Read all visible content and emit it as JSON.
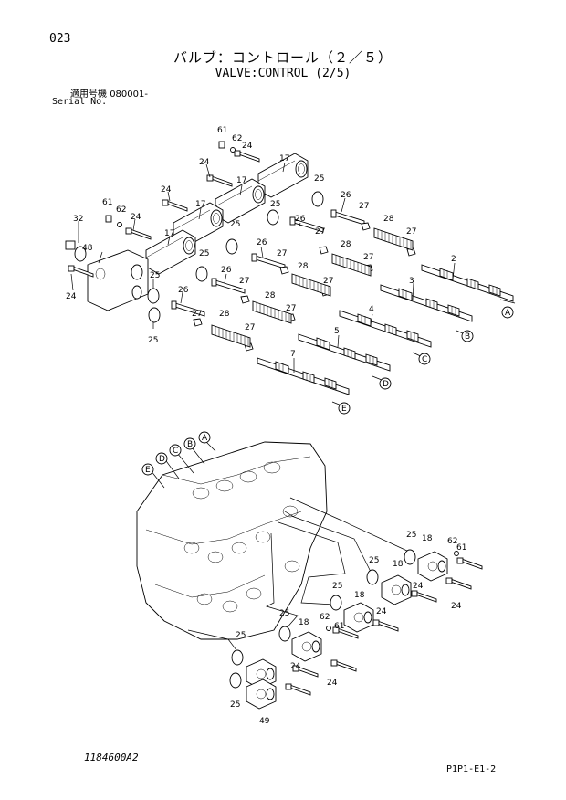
{
  "header": {
    "page_number": "023",
    "title_jp": "バルブ：コントロール（２／５）",
    "title_en": "VALVE:CONTROL (2/5)",
    "serial_label_jp": "適用号機",
    "serial_value": "080001-",
    "serial_label_en": "Serial No."
  },
  "footer": {
    "drawing_code": "1184600A2",
    "sheet_code": "P1P1-E1-2"
  },
  "callouts": {
    "A": "A",
    "B": "B",
    "C": "C",
    "D": "D",
    "E": "E"
  },
  "part_numbers": {
    "p2": "2",
    "p3": "3",
    "p4": "4",
    "p5": "5",
    "p7": "7",
    "p17": "17",
    "p18": "18",
    "p24": "24",
    "p25": "25",
    "p26": "26",
    "p27": "27",
    "p28": "28",
    "p32": "32",
    "p48": "48",
    "p49": "49",
    "p61": "61",
    "p62": "62"
  }
}
